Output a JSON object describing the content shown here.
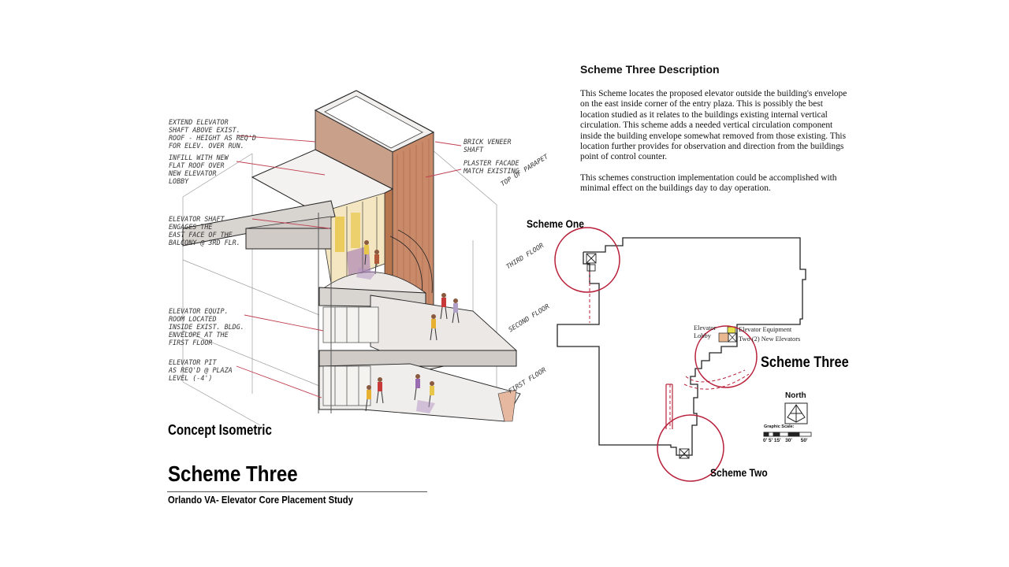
{
  "description": {
    "title": "Scheme Three Description",
    "paragraph_1": "This Scheme locates the proposed elevator outside the  building's envelope on the east inside corner of the entry plaza.  This is possibly the best location studied as it relates to the buildings existing internal vertical circulation.  This scheme adds a needed vertical circulation component inside the building envelope somewhat removed from those existing.  This location further provides for observation and direction from the buildings point of control counter.",
    "paragraph_2": "This schemes construction implementation could be accomplished with minimal effect on the buildings day to day operation."
  },
  "isometric": {
    "caption": "Concept Isometric",
    "notes": {
      "extend_elevator": "EXTEND ELEVATOR\nSHAFT ABOVE EXIST.\nROOF - HEIGHT AS REQ'D\nFOR ELEV. OVER RUN.",
      "infill": "INFILL WITH NEW\nFLAT ROOF OVER\nNEW ELEVATOR\nLOBBY",
      "shaft_engages": "ELEVATOR SHAFT\nENGAGES THE\nEAST FACE OF THE\nBALCONY @ 3RD FLR.",
      "equip_room": "ELEVATOR EQUIP.\nROOM LOCATED\nINSIDE EXIST. BLDG.\nENVELOPE AT THE\nFIRST FLOOR",
      "elevator_pit": "ELEVATOR PIT\nAS REQ'D @ PLAZA\nLEVEL (-4')",
      "brick_veneer": "BRICK VENEER\nSHAFT",
      "plaster_facade": "PLASTER FACADE\nMATCH EXISTING"
    },
    "floors": {
      "top_parapet": "TOP OF PARAPET",
      "third": "THIRD FLOOR",
      "second": "SECOND FLOOR",
      "first": "FIRST FLOOR"
    }
  },
  "plan": {
    "scheme_one": "Scheme One",
    "scheme_two": "Scheme Two",
    "scheme_three": "Scheme Three",
    "elevator_lobby_1": "Elevator",
    "elevator_lobby_2": "Lobby",
    "elevator_equipment": "Elevator Equipment",
    "new_elevators": "Two (2) New Elevators",
    "north": "North",
    "graphic_scale": "Graphic Scale:",
    "scale_ticks": "0' 5' 15'   30'      50'"
  },
  "title_block": {
    "title": "Scheme Three",
    "subtitle": "Orlando VA- Elevator Core Placement Study"
  },
  "colors": {
    "accent_red": "#b8203a",
    "brick": "#c98a6a",
    "slab": "#d8d4d0",
    "glass": "#e8c64a"
  }
}
